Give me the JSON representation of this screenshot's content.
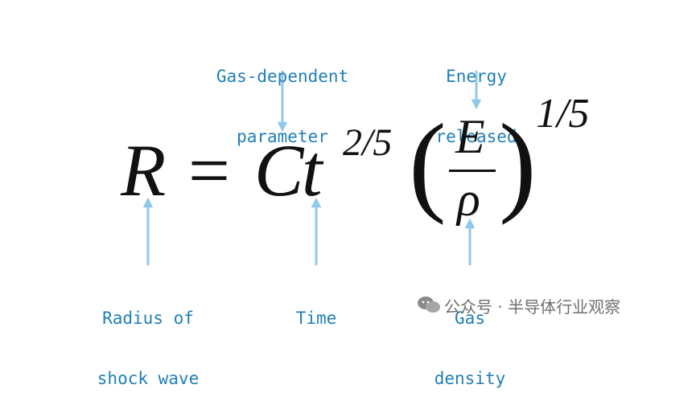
{
  "labels": {
    "gas_param": {
      "line1": "Gas-dependent",
      "line2": "parameter"
    },
    "energy": {
      "line1": "Energy",
      "line2": "released"
    },
    "radius": {
      "line1": "Radius of",
      "line2": "shock wave"
    },
    "time": {
      "line1": "Time"
    },
    "density": {
      "line1": "Gas",
      "line2": "density"
    }
  },
  "equation": {
    "R": "R",
    "equals": "=",
    "C": "C",
    "t": "t",
    "exp1": "2/5",
    "lparen": "(",
    "E": "E",
    "rho": "ρ",
    "rparen": ")",
    "exp2": "1/5"
  },
  "watermark": {
    "text": "公众号 · 半导体行业观察"
  },
  "colors": {
    "label": "#1f7fb6",
    "arrow": "#8ec9e7",
    "equation": "#111111"
  }
}
